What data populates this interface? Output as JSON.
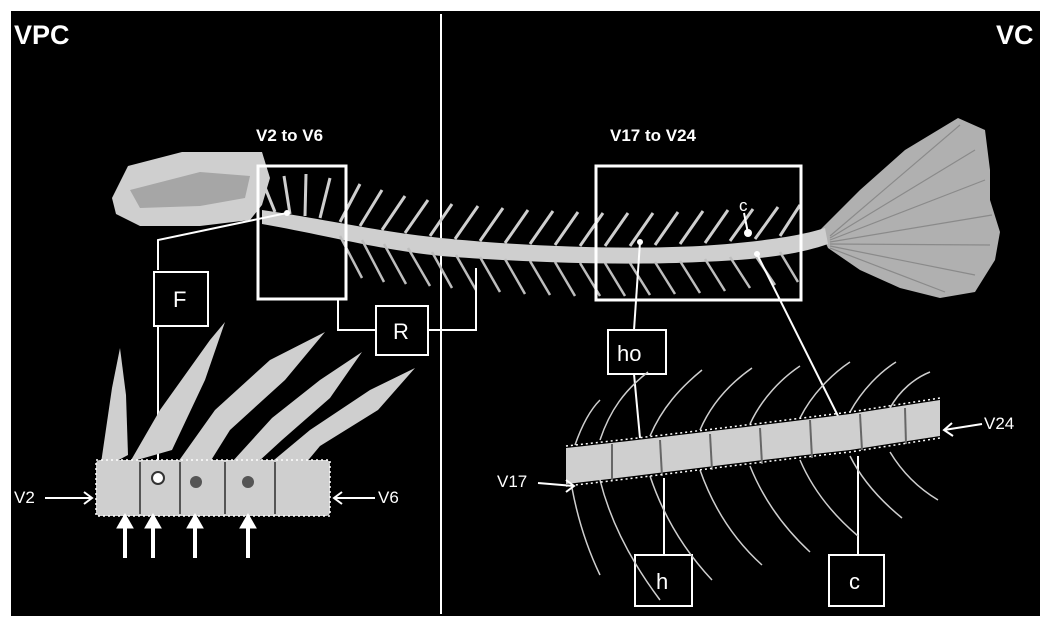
{
  "panels": {
    "left_title": "VPC",
    "right_title": "VC"
  },
  "regions": {
    "anterior": "V2 to V6",
    "posterior": "V17 to V24"
  },
  "labels": {
    "F": "F",
    "R": "R",
    "ho": "ho",
    "c_top": "c",
    "h": "h",
    "c_bottom": "c"
  },
  "vertebra_markers": {
    "v2": "V2",
    "v6": "V6",
    "v17": "V17",
    "v24": "V24"
  },
  "colors": {
    "background": "#000000",
    "lines": "#ffffff",
    "bone": "#cfcfcf"
  }
}
